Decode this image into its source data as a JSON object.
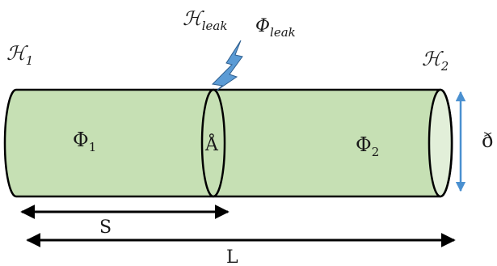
{
  "labels": {
    "h1": {
      "main": "ℋ",
      "sub": "1"
    },
    "h2": {
      "main": "ℋ",
      "sub": "2"
    },
    "h_leak": {
      "main": "ℋ",
      "sub": "leak"
    },
    "phi_leak": {
      "main": "Φ",
      "sub": "leak"
    },
    "phi1": {
      "main": "Φ",
      "sub": "1"
    },
    "phi2": {
      "main": "Φ",
      "sub": "2"
    },
    "section": "Å",
    "diameter": "ð",
    "s": "S",
    "l": "L"
  },
  "colors": {
    "cylinder_fill": "#c6e0b4",
    "end_cap_fill": "#e2efd9",
    "outline": "#000000",
    "diameter_arrow": "#4a90d0",
    "leak_bolt": "#5b9bd5",
    "bolt_outline": "#2f5f8f"
  }
}
